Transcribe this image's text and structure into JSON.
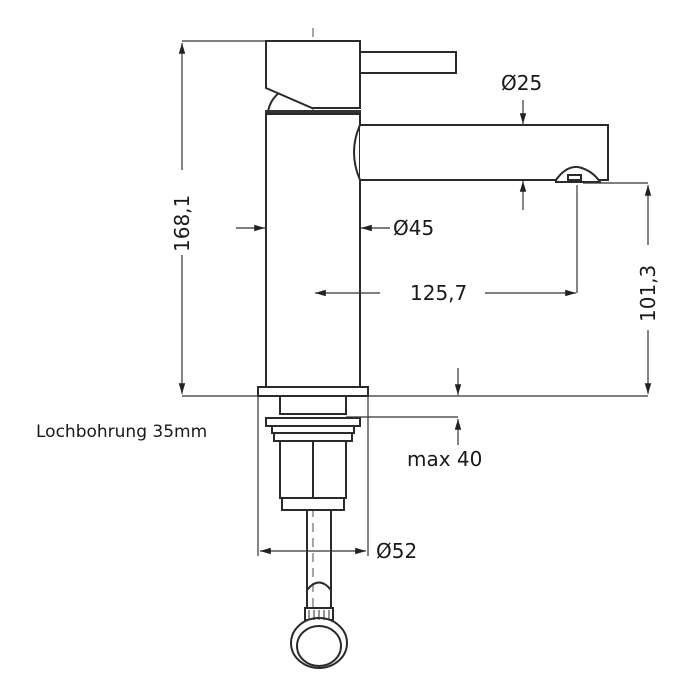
{
  "drawing": {
    "subject": "Faucet technical drawing",
    "colors": {
      "line": "#2a2a2a",
      "dim": "#333333",
      "center": "#888888",
      "background": "#ffffff"
    }
  },
  "dimensions": {
    "total_height": "168,1",
    "spout_height": "101,3",
    "spout_reach": "125,7",
    "spout_diameter": "Ø25",
    "body_diameter": "Ø45",
    "base_diameter": "Ø52",
    "max_thickness": "max 40"
  },
  "notes": {
    "hole": "Lochbohrung 35mm"
  }
}
